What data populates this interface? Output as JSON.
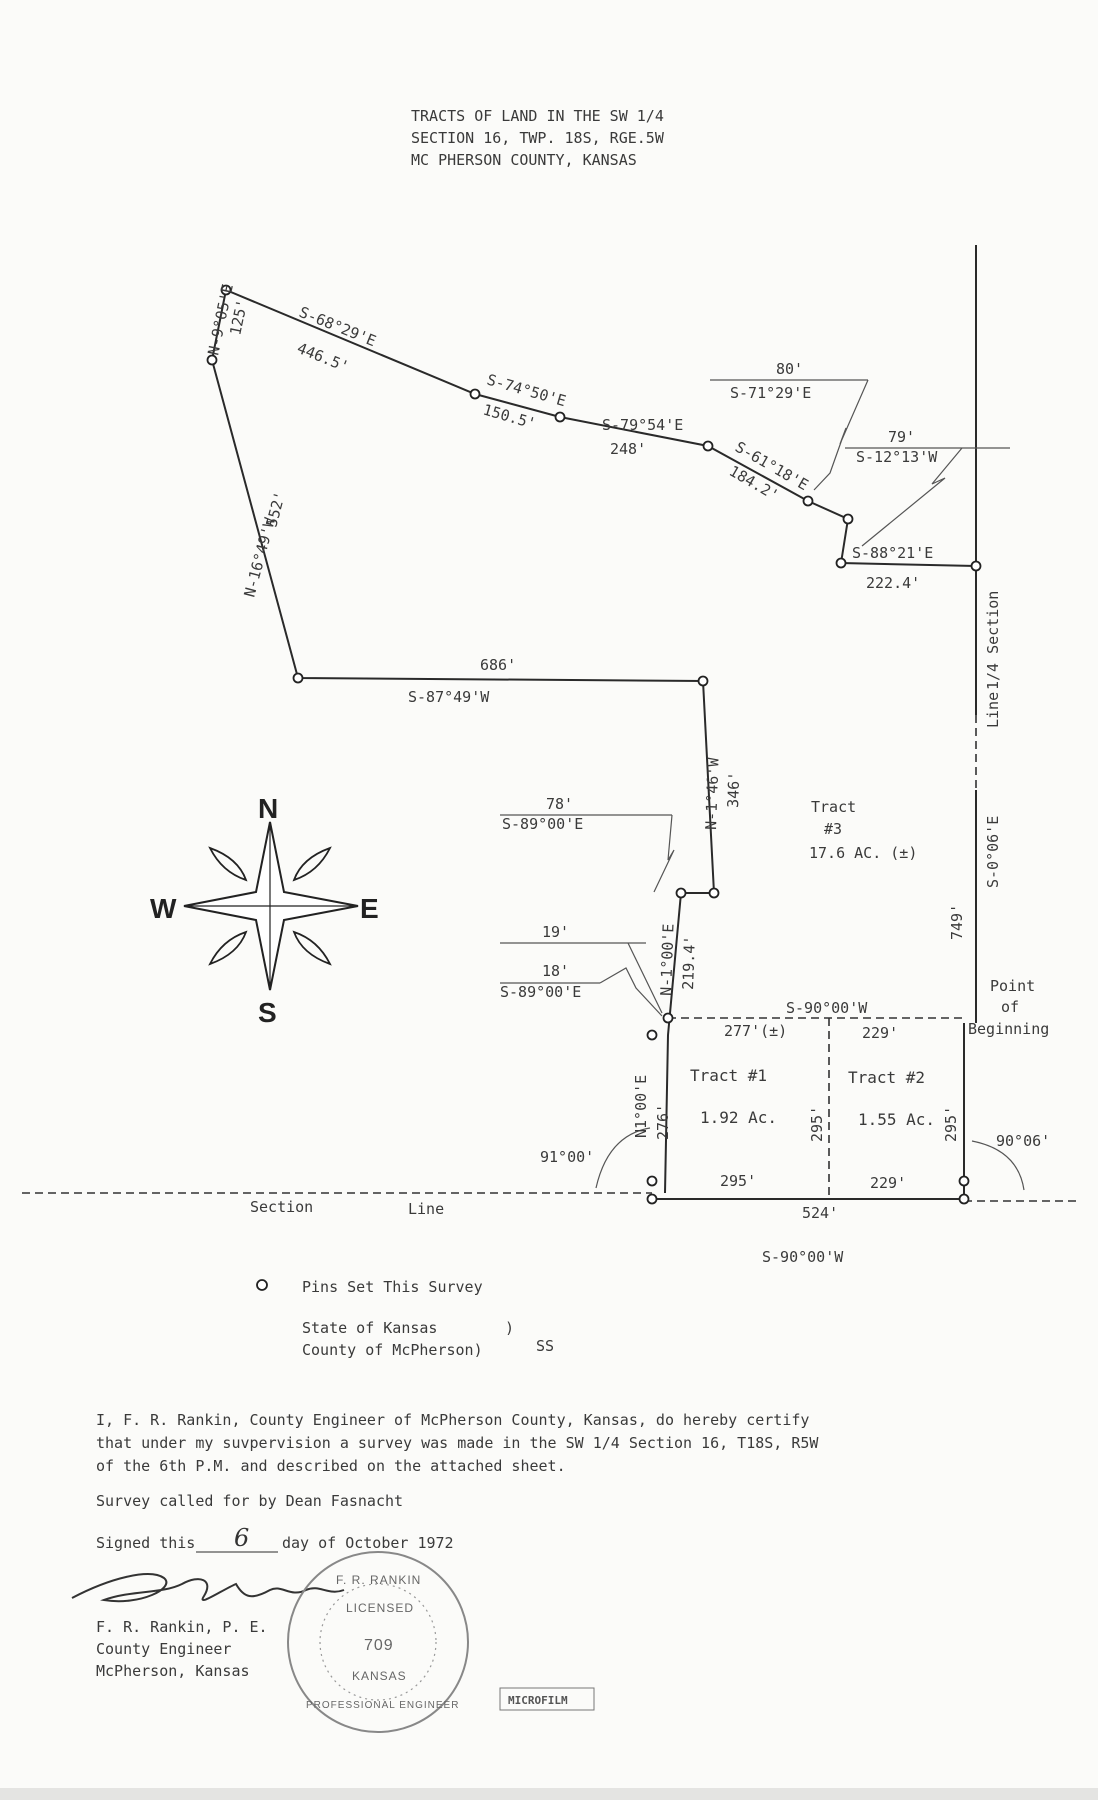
{
  "header": {
    "line1": "TRACTS OF LAND IN THE SW 1/4",
    "line2": "SECTION 16, TWP. 18S, RGE.5W",
    "line3": "MC PHERSON COUNTY, KANSAS"
  },
  "plat": {
    "nw_bearing": "N-9°05'E",
    "nw_length": "125'",
    "seg1_bearing": "S-68°29'E",
    "seg1_length": "446.5'",
    "seg2_bearing": "S-74°50'E",
    "seg2_length": "150.5'",
    "seg3_bearing": "S-79°54'E",
    "seg3_length": "248'",
    "seg4_bearing": "S-61°18'E",
    "seg4_length": "184.2'",
    "callout_a_length": "80'",
    "callout_a_bearing": "S-71°29'E",
    "callout_b_length": "79'",
    "callout_b_bearing": "S-12°13'W",
    "seg5_bearing": "S-88°21'E",
    "seg5_length": "222.4'",
    "west_bearing": "N-16°49'W",
    "west_length": "552'",
    "mid_length": "686'",
    "mid_bearing": "S-87°49'W",
    "inner_bearing": "N-1°46'W",
    "inner_length": "346'",
    "callout_c_length": "78'",
    "callout_c_bearing": "S-89°00'E",
    "tract3_name": "Tract",
    "tract3_num": "#3",
    "tract3_area": "17.6 AC. (±)",
    "lower_bearing": "N-1°00'E",
    "lower_length": "219.4'",
    "callout_d_length": "19'",
    "callout_e_length": "18'",
    "callout_e_bearing": "S-89°00'E",
    "east_line_label": "Line",
    "east_section_label": "1/4 Section",
    "east_bearing": "S-0°06'E",
    "east_length": "749'",
    "pob_1": "Point",
    "pob_2": "of",
    "pob_3": "Beginning",
    "division_bearing": "S-90°00'W",
    "tract1_top": "277'(±)",
    "tract2_top": "229'",
    "tract1_name": "Tract #1",
    "tract1_area": "1.92 Ac.",
    "tract2_name": "Tract #2",
    "tract2_area": "1.55 Ac.",
    "t1_west_bearing": "N1°00'E",
    "t1_west_length": "276'",
    "t1_east_length": "295'",
    "t2_east_length": "295'",
    "sw_angle": "91°00'",
    "se_angle": "90°06'",
    "t1_bottom": "295'",
    "t2_bottom": "229'",
    "section_word": "Section",
    "line_word": "Line",
    "total_bottom": "524'",
    "bottom_bearing": "S-90°00'W"
  },
  "compass": {
    "n": "N",
    "s": "S",
    "e": "E",
    "w": "W"
  },
  "legend": {
    "pins": "Pins Set This Survey"
  },
  "venue": {
    "state": "State of Kansas",
    "county": "County of McPherson)",
    "paren": ")",
    "ss": "SS"
  },
  "certificate": {
    "line1": "I, F. R. Rankin, County Engineer of McPherson County, Kansas, do hereby certify",
    "line2": "that under my suvpervision a survey was made in the SW 1/4 Section 16, T18S, R5W",
    "line3": "of the 6th P.M. and described  on the attached sheet.",
    "called_for": "Survey called for by Dean Fasnacht",
    "signed_prefix": "Signed this",
    "signed_day": "6",
    "signed_suffix": "day of October 1972"
  },
  "signature": {
    "name": "F. R. Rankin, P. E.",
    "title": "County Engineer",
    "place": "McPherson, Kansas"
  },
  "seal": {
    "top": "F. R. RANKIN",
    "licensed": "LICENSED",
    "number": "709",
    "state": "KANSAS",
    "bottom": "PROFESSIONAL ENGINEER"
  },
  "microfilm": "MICROFILM"
}
